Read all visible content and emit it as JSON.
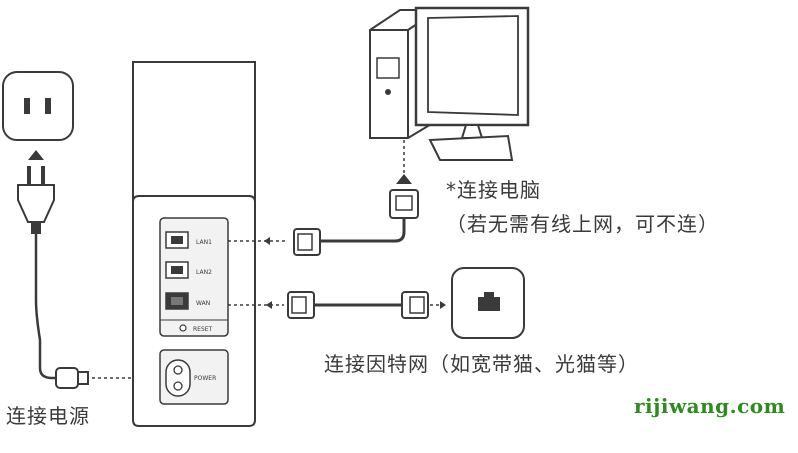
{
  "labels": {
    "connect_computer": "*连接电脑",
    "connect_computer_note": "（若无需有线上网，可不连）",
    "connect_internet": "连接因特网（如宽带猫、光猫等）",
    "connect_power": "连接电源"
  },
  "ports": {
    "lan1": "LAN1",
    "lan2": "LAN2",
    "wan": "WAN",
    "reset": "RESET",
    "power": "POWER"
  },
  "watermark": "rijiwang.com",
  "colors": {
    "line": "#3a3a3a",
    "panel_fill": "#f2f2f2",
    "watermark": "#2e8b1e"
  },
  "icons": [
    "power-socket-icon",
    "power-plug-icon",
    "desktop-computer-icon",
    "modem-icon",
    "ethernet-connector-icon"
  ]
}
